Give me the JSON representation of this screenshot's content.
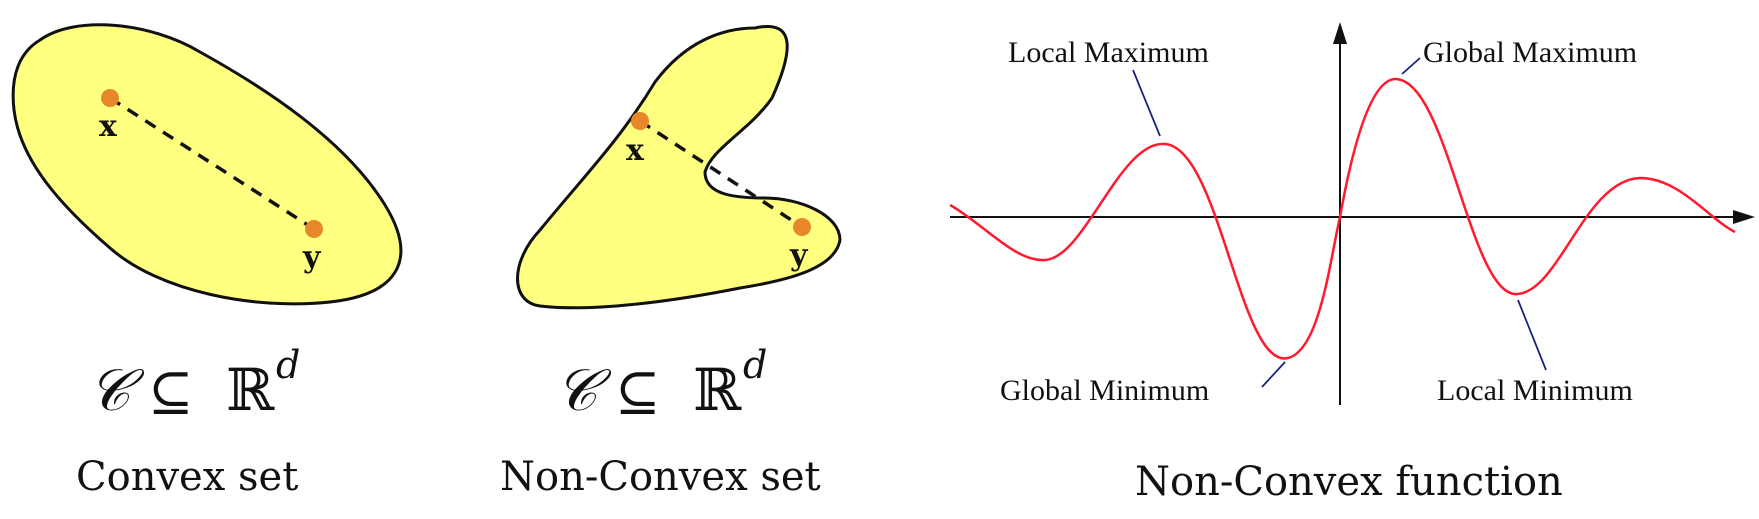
{
  "panels": {
    "convex": {
      "caption": "Convex set",
      "point_a": "x",
      "point_b": "y",
      "math": {
        "set": "𝒞",
        "relation": "⊆",
        "space": "ℝ",
        "exponent": "d"
      }
    },
    "nonconvex": {
      "caption": "Non-Convex set",
      "point_a": "x",
      "point_b": "y",
      "math": {
        "set": "𝒞",
        "relation": "⊆",
        "space": "ℝ",
        "exponent": "d"
      }
    },
    "function": {
      "caption": "Non-Convex function",
      "labels": {
        "local_max": "Local Maximum",
        "global_max": "Global Maximum",
        "global_min": "Global Minimum",
        "local_min": "Local Minimum"
      }
    }
  },
  "colors": {
    "set_fill": "#ffff80",
    "set_stroke": "#111111",
    "point": "#e8862b",
    "curve": "#ff1a2e",
    "leader": "#1a237e",
    "axis": "#111111"
  }
}
